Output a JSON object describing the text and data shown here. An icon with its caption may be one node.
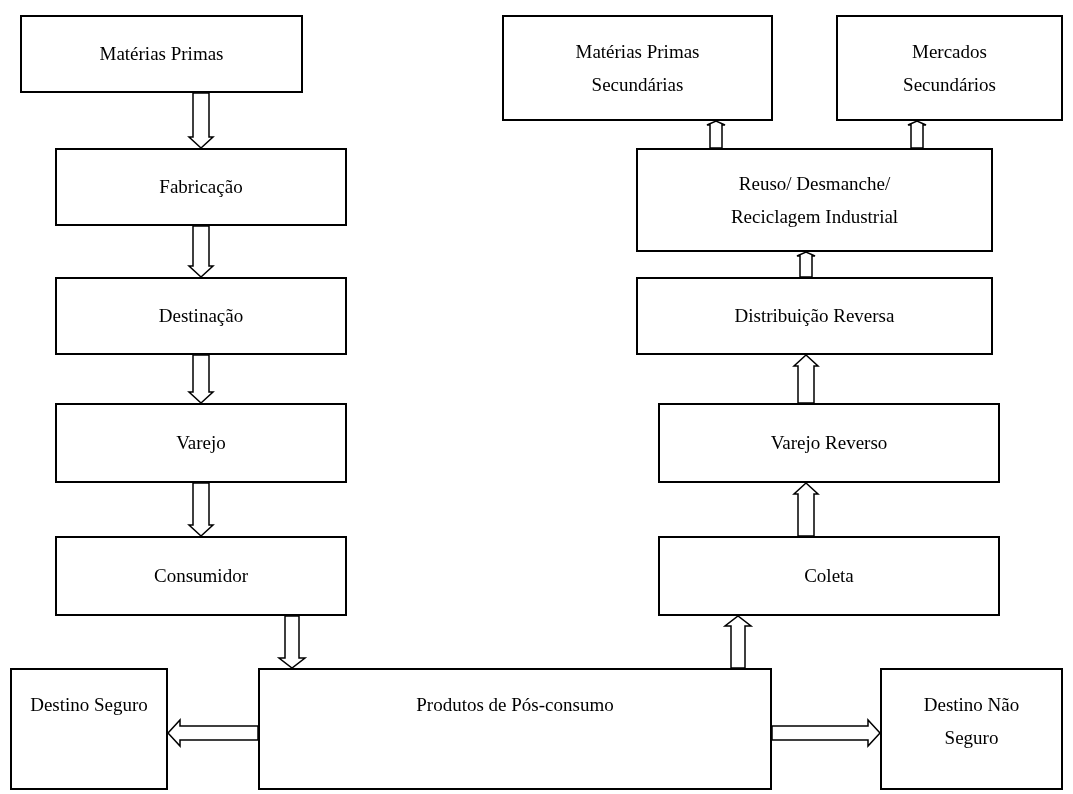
{
  "diagram": {
    "nodes": [
      {
        "text": [
          "Matérias Primas"
        ]
      },
      {
        "text": [
          "Fabricação"
        ]
      },
      {
        "text": [
          "Destinação"
        ]
      },
      {
        "text": [
          "Varejo"
        ]
      },
      {
        "text": [
          "Consumidor"
        ]
      },
      {
        "text": [
          "Matérias Primas Secundárias"
        ]
      },
      {
        "text": [
          "Mercados Secundários"
        ]
      },
      {
        "text": [
          "Reuso/ Desmanche/ Reciclagem Industrial"
        ]
      },
      {
        "text": [
          "Distribuição Reversa"
        ]
      },
      {
        "text": [
          "Varejo Reverso"
        ]
      },
      {
        "text": [
          "Coleta"
        ]
      },
      {
        "text": [
          "Destino Seguro"
        ]
      },
      {
        "text": [
          "Produtos de Pós-consumo"
        ]
      },
      {
        "text": [
          "Destino Não Seguro"
        ]
      }
    ],
    "edges": [
      {
        "from": 0,
        "to": 1,
        "arrow": "to"
      },
      {
        "from": 1,
        "to": 2,
        "arrow": "to"
      },
      {
        "from": 2,
        "to": 3,
        "arrow": "to"
      },
      {
        "from": 3,
        "to": 4,
        "arrow": "to"
      },
      {
        "from": 4,
        "to": 12,
        "arrow": "to"
      },
      {
        "from": 12,
        "to": 11,
        "arrow": "to"
      },
      {
        "from": 12,
        "to": 13,
        "arrow": "to"
      },
      {
        "from": 12,
        "to": 10,
        "arrow": "to"
      },
      {
        "from": 10,
        "to": 9,
        "arrow": "to"
      },
      {
        "from": 9,
        "to": 8,
        "arrow": "to"
      },
      {
        "from": 8,
        "to": 7,
        "arrow": "to"
      },
      {
        "from": 7,
        "to": 5,
        "arrow": "to"
      },
      {
        "from": 7,
        "to": 6,
        "arrow": "to"
      }
    ]
  }
}
